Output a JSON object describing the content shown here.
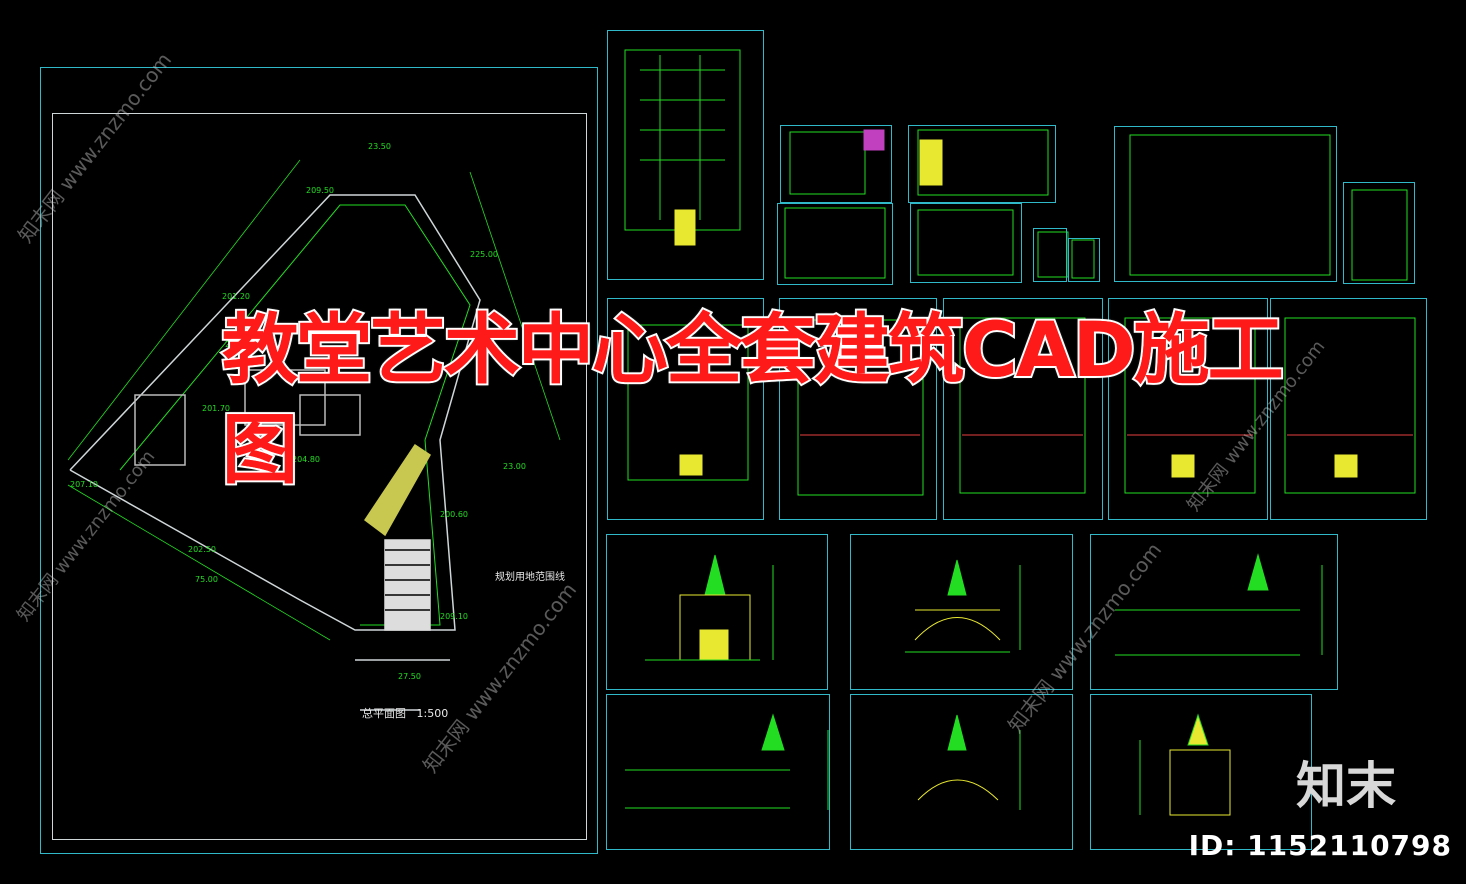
{
  "banner": {
    "title": "教堂艺术中心全套建筑CAD施工图"
  },
  "watermark": {
    "site_text": "知末网 www.znzmo.com"
  },
  "brand": {
    "logo_text": "知末",
    "id_text": "ID: 1152110798"
  },
  "site_plan": {
    "caption": "总平面图",
    "scale": "1:500",
    "boundary_label": "规划用地范围线",
    "dims": [
      "23.50",
      "209.50",
      "225.00",
      "23.00",
      "204.80",
      "207.10",
      "202.50",
      "75.00",
      "27.50",
      "201.20",
      "202.50",
      "201.70",
      "200.60",
      "209.10"
    ]
  },
  "colors": {
    "sheet_border": "#2fb9c9",
    "cad_green": "#22dd22",
    "cad_yellow": "#e8e830",
    "title_red": "#ff1a1a"
  }
}
